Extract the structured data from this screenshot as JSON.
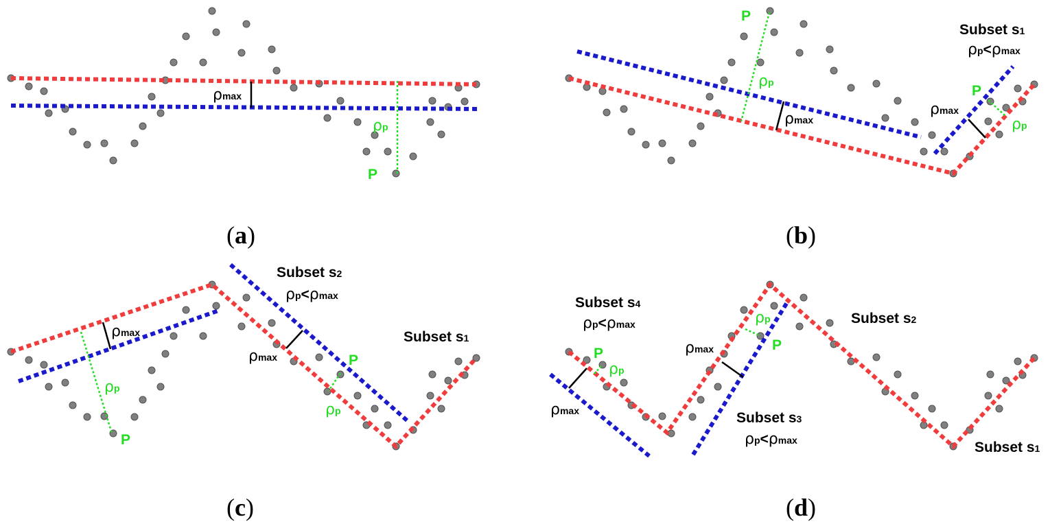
{
  "symbols": {
    "rho": "ρ",
    "max_sub": "max",
    "p_sub": "p",
    "lt": "<",
    "point": "P"
  },
  "subset_word": "Subset s",
  "panels": [
    {
      "caption": "a",
      "subsets": []
    },
    {
      "caption": "b",
      "subsets": [
        {
          "index": "1",
          "condition": true
        }
      ]
    },
    {
      "caption": "c",
      "subsets": [
        {
          "index": "2",
          "condition": true
        },
        {
          "index": "1",
          "condition": false
        }
      ]
    },
    {
      "caption": "d",
      "subsets": [
        {
          "index": "4",
          "condition": true
        },
        {
          "index": "3",
          "condition": true
        },
        {
          "index": "2",
          "condition": false
        },
        {
          "index": "1",
          "condition": false
        }
      ]
    }
  ],
  "colors": {
    "split_line": "#f03c3c",
    "approx_line": "#1a1acc",
    "distance": "#22dd22",
    "point": "#808080"
  }
}
